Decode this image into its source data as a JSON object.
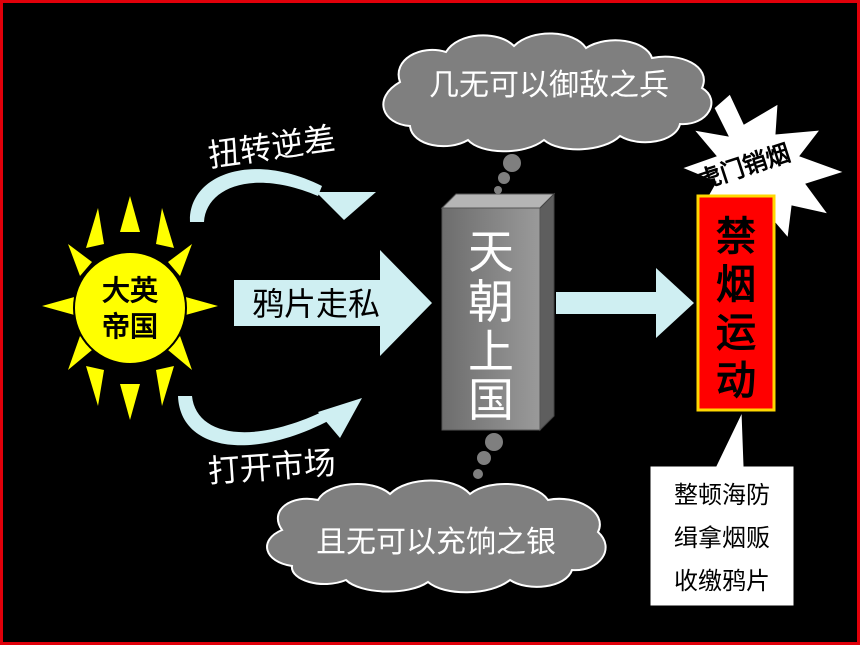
{
  "sun": {
    "label_line1": "大英",
    "label_line2": "帝国",
    "fill": "#ffff00"
  },
  "arrows": {
    "top_label": "扭转逆差",
    "middle_label": "鸦片走私",
    "bottom_label": "打开市场",
    "fill": "#cfeff2"
  },
  "tower": {
    "label": [
      "天",
      "朝",
      "上",
      "国"
    ]
  },
  "clouds": {
    "top": "几无可以御敌之兵",
    "bottom": "且无可以充饷之银"
  },
  "burst": {
    "label": "虎门销烟"
  },
  "red_box": {
    "label": [
      "禁",
      "烟",
      "运",
      "动"
    ],
    "fill": "#ff0000",
    "text_color": "#000000",
    "border": "#ffd700"
  },
  "measures": {
    "items": [
      "整顿海防",
      "缉拿烟贩",
      "收缴鸦片"
    ]
  },
  "colors": {
    "background": "#000000",
    "frame": "#e0000a",
    "cloud": "#7f7f7f",
    "tower": "#8c8c8c"
  }
}
